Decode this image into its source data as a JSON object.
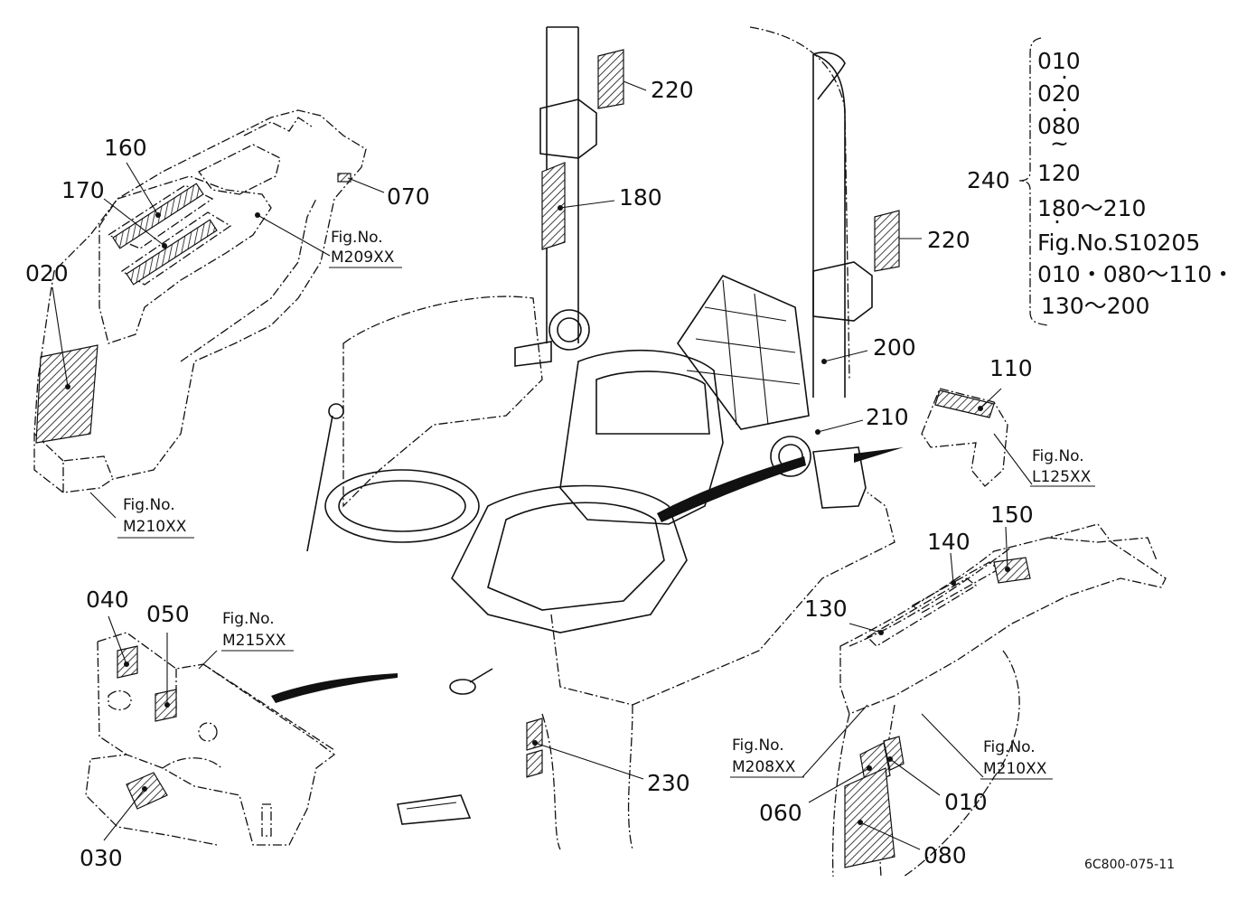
{
  "labels": {
    "n010": "010",
    "n020": "020",
    "n030": "030",
    "n040": "040",
    "n050": "050",
    "n060": "060",
    "n070": "070",
    "n080": "080",
    "n110": "110",
    "n130": "130",
    "n140": "140",
    "n150": "150",
    "n160": "160",
    "n170": "170",
    "n180": "180",
    "n200": "200",
    "n210": "210",
    "n220a": "220",
    "n220b": "220",
    "n230": "230"
  },
  "figrefs": {
    "f_m209": {
      "line1": "Fig.No.",
      "line2": "M209XX"
    },
    "f_m210_left": {
      "line1": "Fig.No.",
      "line2": "M210XX"
    },
    "f_m215": {
      "line1": "Fig.No.",
      "line2": "M215XX"
    },
    "f_l125": {
      "line1": "Fig.No.",
      "line2": "L125XX"
    },
    "f_m208": {
      "line1": "Fig.No.",
      "line2": "M208XX"
    },
    "f_m210_right": {
      "line1": "Fig.No.",
      "line2": "M210XX"
    }
  },
  "legend": {
    "key": "240",
    "lines": [
      "010",
      "020",
      "080",
      "120",
      "180～210",
      "Fig.No.S10205",
      "010・080～110・",
      "130～200"
    ]
  },
  "drawing_code": "6C800-075-11"
}
